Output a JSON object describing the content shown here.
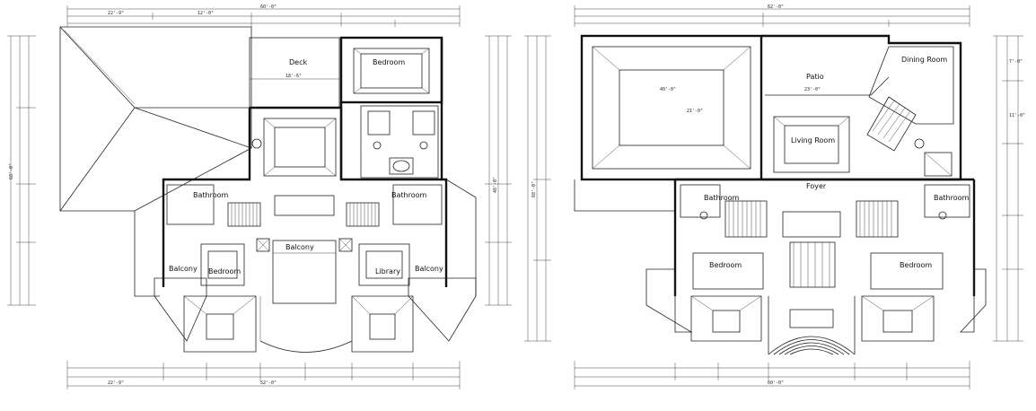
{
  "colors": {
    "line": "#111111",
    "background": "#ffffff"
  },
  "upper_floor": {
    "rooms": [
      {
        "key": "deck",
        "label": "Deck"
      },
      {
        "key": "bedroom_top",
        "label": "Bedroom"
      },
      {
        "key": "bathroom_left",
        "label": "Bathroom"
      },
      {
        "key": "bathroom_right",
        "label": "Bathroom"
      },
      {
        "key": "balcony_center",
        "label": "Balcony"
      },
      {
        "key": "balcony_left",
        "label": "Balcony"
      },
      {
        "key": "bedroom_left",
        "label": "Bedroom"
      },
      {
        "key": "library",
        "label": "Library"
      },
      {
        "key": "balcony_right",
        "label": "Balcony"
      }
    ],
    "dimensions": {
      "top_overall": "60'-0\"",
      "top_left": "22'-9\"",
      "top_mid": "12'-0\"",
      "deck_width": "18'-6\"",
      "bottom_overall": "52'-0\"",
      "bottom_left": "22'-9\"",
      "left_overall": "68'-0\"",
      "right_overall": "48'-0\""
    }
  },
  "lower_floor": {
    "rooms": [
      {
        "key": "patio",
        "label": "Patio"
      },
      {
        "key": "dining",
        "label": "Dining Room"
      },
      {
        "key": "living",
        "label": "Living Room"
      },
      {
        "key": "foyer",
        "label": "Foyer"
      },
      {
        "key": "bathroom_left",
        "label": "Bathroom"
      },
      {
        "key": "bathroom_right",
        "label": "Bathroom"
      },
      {
        "key": "bedroom_left",
        "label": "Bedroom"
      },
      {
        "key": "bedroom_right",
        "label": "Bedroom"
      }
    ],
    "dimensions": {
      "top_overall": "62'-0\"",
      "garage_width": "40'-0\"",
      "garage_depth": "21'-0\"",
      "patio_width": "23'-0\"",
      "bottom_overall": "60'-0\"",
      "left_overall": "68'-0\"",
      "right_a": "7'-0\"",
      "right_b": "11'-0\""
    }
  }
}
